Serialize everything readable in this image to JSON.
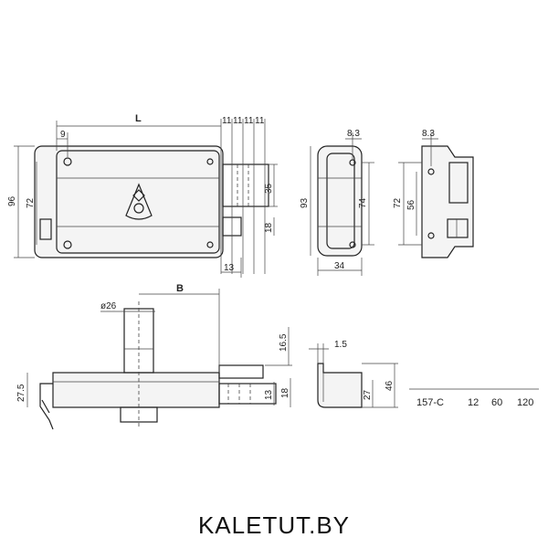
{
  "dims": {
    "front": {
      "L": "L",
      "d9": "9",
      "d11a": "11",
      "d11b": "11",
      "d11c": "11",
      "d11d": "11",
      "d96": "96",
      "d72": "72",
      "d35": "35",
      "d18": "18",
      "d13": "13"
    },
    "side": {
      "d83": "8.3",
      "d93": "93",
      "d74": "74",
      "d34": "34"
    },
    "plate": {
      "d83": "8.3",
      "d72": "72",
      "d56": "56"
    },
    "bottom": {
      "B": "B",
      "d26": "ø26",
      "d165": "16.5",
      "d275": "27.5",
      "d13": "13",
      "d18": "18"
    },
    "strike": {
      "d15": "1.5",
      "d27": "27",
      "d46": "46"
    }
  },
  "table": {
    "model": "157-C",
    "v1": "12",
    "v2": "60",
    "v3": "120"
  },
  "brand": "KALETUT.BY"
}
